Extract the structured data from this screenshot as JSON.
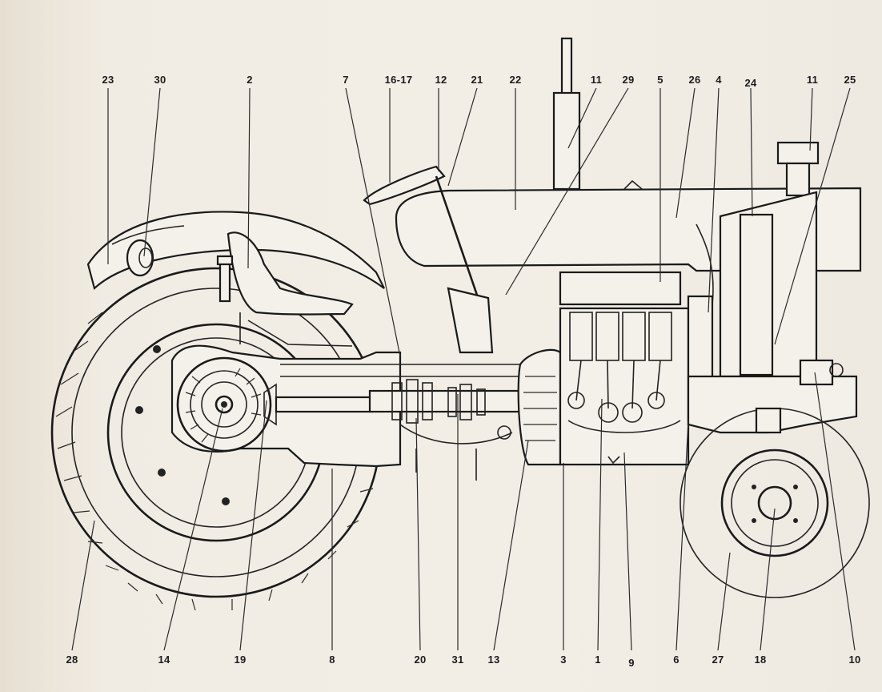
{
  "callouts_top": [
    {
      "id": "c23",
      "text": "23"
    },
    {
      "id": "c30",
      "text": "30"
    },
    {
      "id": "c2",
      "text": "2"
    },
    {
      "id": "c7",
      "text": "7"
    },
    {
      "id": "c1617",
      "text": "16-17"
    },
    {
      "id": "c12",
      "text": "12"
    },
    {
      "id": "c21",
      "text": "21"
    },
    {
      "id": "c22",
      "text": "22"
    },
    {
      "id": "c11a",
      "text": "11"
    },
    {
      "id": "c29",
      "text": "29"
    },
    {
      "id": "c5",
      "text": "5"
    },
    {
      "id": "c26",
      "text": "26"
    },
    {
      "id": "c4",
      "text": "4"
    },
    {
      "id": "c24",
      "text": "24"
    },
    {
      "id": "c11b",
      "text": "11"
    },
    {
      "id": "c25",
      "text": "25"
    }
  ],
  "callouts_bottom": [
    {
      "id": "c28",
      "text": "28"
    },
    {
      "id": "c14",
      "text": "14"
    },
    {
      "id": "c19",
      "text": "19"
    },
    {
      "id": "c8",
      "text": "8"
    },
    {
      "id": "c20",
      "text": "20"
    },
    {
      "id": "c31",
      "text": "31"
    },
    {
      "id": "c13",
      "text": "13"
    },
    {
      "id": "c3",
      "text": "3"
    },
    {
      "id": "c1",
      "text": "1"
    },
    {
      "id": "c9",
      "text": "9"
    },
    {
      "id": "c6",
      "text": "6"
    },
    {
      "id": "c27",
      "text": "27"
    },
    {
      "id": "c18",
      "text": "18"
    },
    {
      "id": "c10",
      "text": "10"
    }
  ]
}
